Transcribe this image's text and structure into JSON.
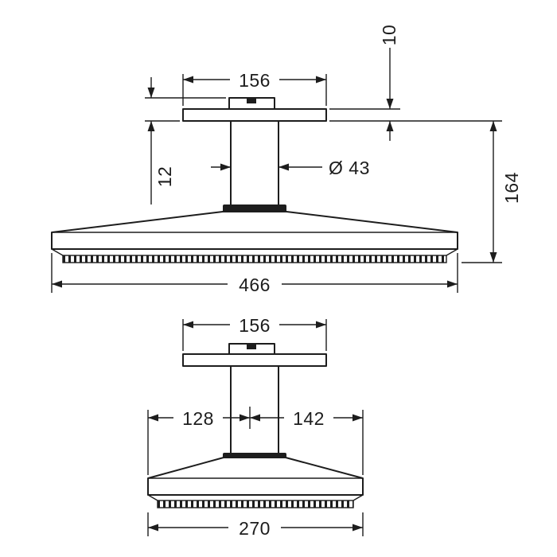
{
  "colors": {
    "line": "#1d1d1d",
    "background": "#ffffff"
  },
  "views": {
    "front": {
      "plate_width": "156",
      "plate_thickness": "10",
      "neck_height": "12",
      "pipe_diameter": "Ø 43",
      "head_width": "466",
      "total_height": "164"
    },
    "side": {
      "plate_width": "156",
      "offset_left": "128",
      "offset_right": "142",
      "head_depth": "270"
    }
  }
}
